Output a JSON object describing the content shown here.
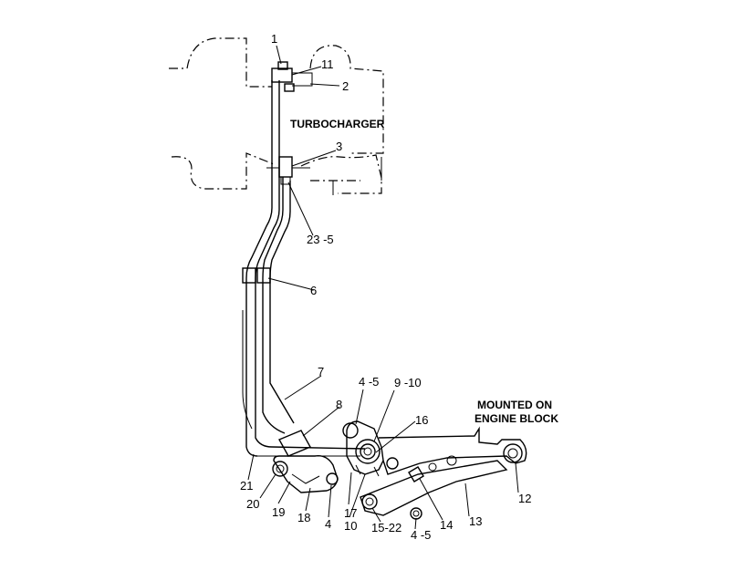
{
  "captions": {
    "turbocharger": "TURBOCHARGER",
    "mounted_line1": "MOUNTED ON",
    "mounted_line2": "ENGINE BLOCK"
  },
  "callouts": {
    "c1": "1",
    "c11": "11",
    "c2": "2",
    "c3": "3",
    "c23_5": "23 -5",
    "c6": "6",
    "c7": "7",
    "c8": "8",
    "c4_5_top": "4 -5",
    "c9_10": "9 -10",
    "c16": "16",
    "c12": "12",
    "c13": "13",
    "c14": "14",
    "c4_5_bottom": "4 -5",
    "c15_22": "15-22",
    "c10": "10",
    "c17": "17",
    "c4": "4",
    "c18": "18",
    "c19": "19",
    "c20": "20",
    "c21": "21"
  }
}
